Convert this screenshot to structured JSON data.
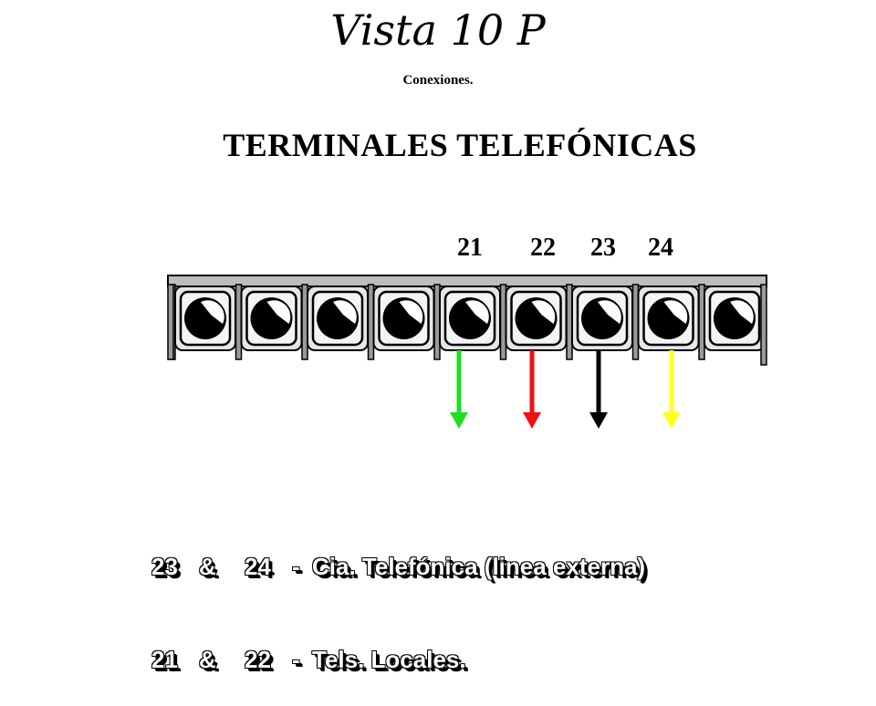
{
  "title": "Vista 10 P",
  "subtitle": "Conexiones.",
  "heading": "TERMINALES TELEFÓNICAS",
  "terminal_labels": [
    {
      "num": "21",
      "color": "#22dd22"
    },
    {
      "num": "22",
      "color": "#ee1111"
    },
    {
      "num": "23",
      "color": "#000000"
    },
    {
      "num": "24",
      "color": "#ffff22"
    }
  ],
  "screw_count": 9,
  "legend": [
    {
      "a": "23",
      "amp": "&",
      "b": "24",
      "dash": "-",
      "desc": "Cia. Telefónica (linea externa)"
    },
    {
      "a": "21",
      "amp": "&",
      "b": "22",
      "dash": "-",
      "desc": "Tels. Locales."
    }
  ]
}
